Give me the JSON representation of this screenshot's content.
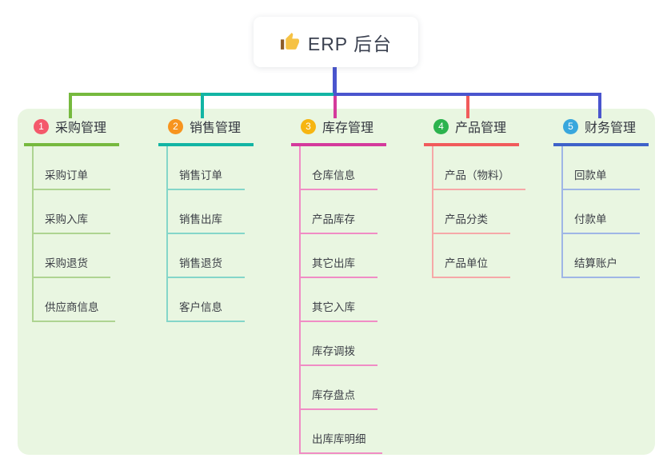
{
  "root": {
    "label": "ERP 后台",
    "icon": "thumbs-up-icon",
    "line_color": "#4a55ce"
  },
  "panel": {
    "background": "#e9f6e1"
  },
  "branches": [
    {
      "number": "1",
      "label": "采购管理",
      "accent": "#76b93e",
      "light": "#aed491",
      "badge": "#f4596b",
      "children": [
        "采购订单",
        "采购入库",
        "采购退货",
        "供应商信息"
      ]
    },
    {
      "number": "2",
      "label": "销售管理",
      "accent": "#12b5a4",
      "light": "#84d6c9",
      "badge": "#f7941e",
      "children": [
        "销售订单",
        "销售出库",
        "销售退货",
        "客户信息"
      ]
    },
    {
      "number": "3",
      "label": "库存管理",
      "accent": "#d43a9c",
      "light": "#f08cc5",
      "badge": "#f6b511",
      "children": [
        "仓库信息",
        "产品库存",
        "其它出库",
        "其它入库",
        "库存调拨",
        "库存盘点",
        "出库库明细"
      ]
    },
    {
      "number": "4",
      "label": "产品管理",
      "accent": "#f15b5b",
      "light": "#f6a8a8",
      "badge": "#2cb34e",
      "children": [
        "产品（物料）",
        "产品分类",
        "产品单位"
      ]
    },
    {
      "number": "5",
      "label": "财务管理",
      "accent": "#3e62c9",
      "light": "#9fb6e6",
      "badge": "#38a7dd",
      "children": [
        "回款单",
        "付款单",
        "结算账户"
      ]
    }
  ]
}
